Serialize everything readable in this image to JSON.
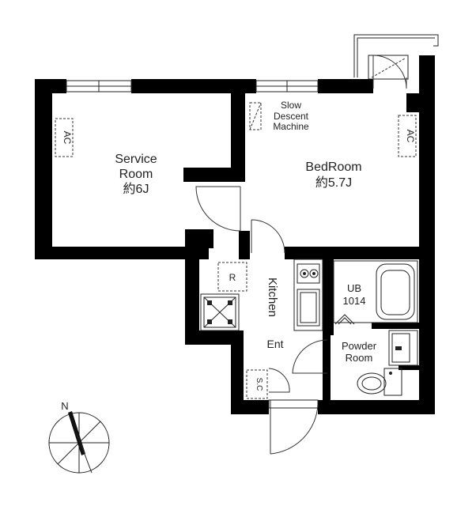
{
  "rooms": {
    "service_room": {
      "line1": "Service",
      "line2": "Room",
      "size": "約6J"
    },
    "bedroom": {
      "name": "BedRoom",
      "size": "約5.7J"
    },
    "kitchen": "Kitchen",
    "entrance": "Ent",
    "unit_bath": {
      "line1": "UB",
      "line2": "1014"
    },
    "powder_room": {
      "line1": "Powder",
      "line2": "Room"
    }
  },
  "fixtures": {
    "ac_left": "AC",
    "ac_right": "AC",
    "slow_descent": {
      "line1": "Slow",
      "line2": "Descent",
      "line3": "Machine"
    },
    "refrigerator": "R",
    "shoe_closet": "S.C"
  },
  "compass": {
    "north": "N"
  }
}
